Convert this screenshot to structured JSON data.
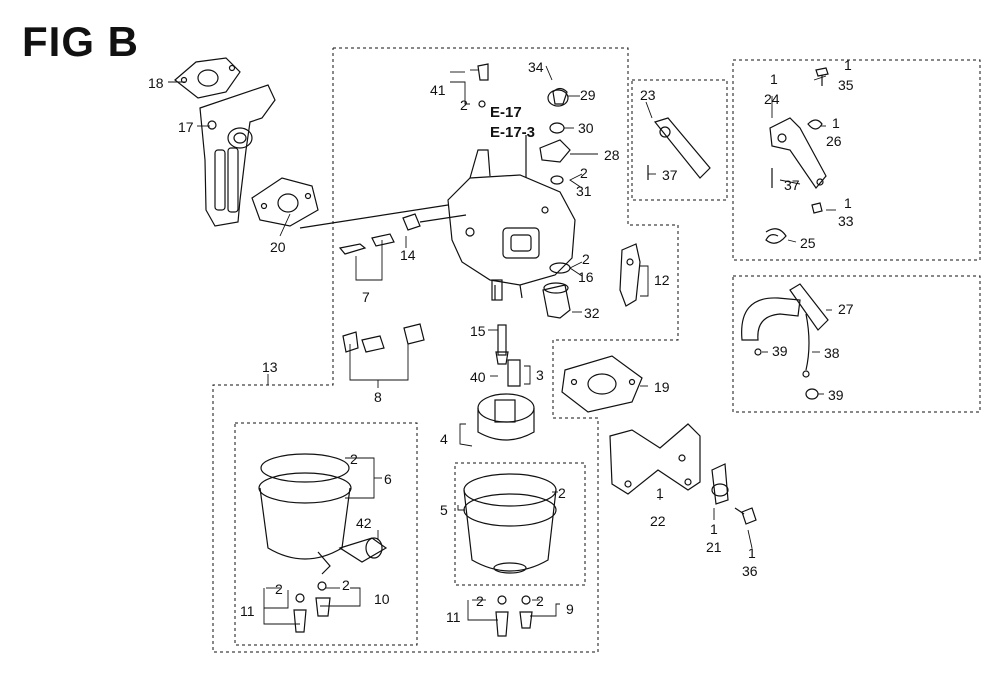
{
  "figure": {
    "title": "FIG B",
    "refs": [
      "E-17",
      "E-17-3"
    ]
  },
  "callouts": {
    "c1": "1",
    "c2": "2",
    "c3": "3",
    "c4": "4",
    "c5": "5",
    "c6": "6",
    "c7": "7",
    "c8": "8",
    "c9": "9",
    "c10": "10",
    "c11": "11",
    "c12": "12",
    "c13": "13",
    "c14": "14",
    "c15": "15",
    "c16": "16",
    "c17": "17",
    "c18": "18",
    "c19": "19",
    "c20": "20",
    "c21": "21",
    "c22": "22",
    "c23": "23",
    "c24": "24",
    "c25": "25",
    "c26": "26",
    "c27": "27",
    "c28": "28",
    "c29": "29",
    "c30": "30",
    "c31": "31",
    "c32": "32",
    "c33": "33",
    "c34": "34",
    "c35": "35",
    "c36": "36",
    "c37": "37",
    "c38": "38",
    "c39": "39",
    "c40": "40",
    "c41": "41",
    "c42": "42"
  }
}
